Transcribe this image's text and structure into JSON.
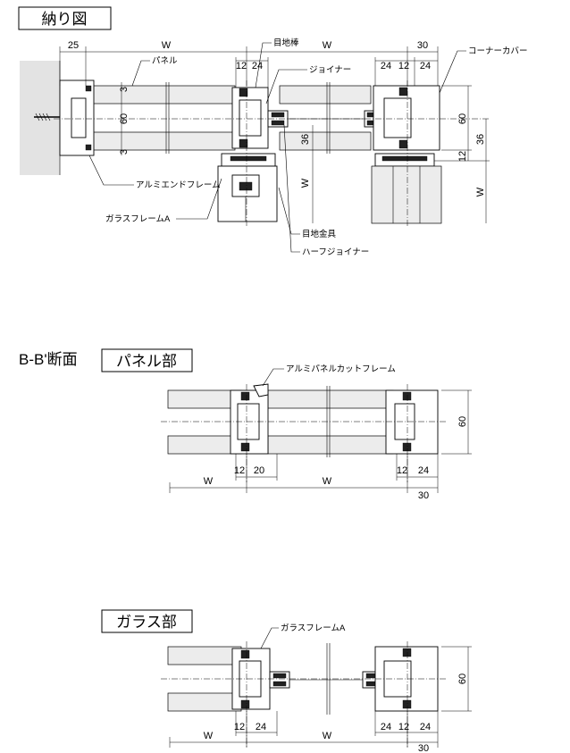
{
  "sections": {
    "top": {
      "title": "納り図"
    },
    "bb": {
      "prefix": "B-B'断面",
      "title": "パネル部"
    },
    "glass": {
      "title": "ガラス部"
    }
  },
  "labels": {
    "panel": "パネル",
    "joint_bar": "目地棒",
    "joiner": "ジョイナー",
    "corner_cover": "コーナーカバー",
    "alumi_end_frame": "アルミエンドフレーム",
    "glass_frame_a": "ガラスフレームA",
    "joint_fitting": "目地金具",
    "half_joiner": "ハーフジョイナー",
    "alumi_panel_cut_frame": "アルミパネルカットフレーム",
    "glass_frame_a_2": "ガラスフレームA"
  },
  "dims": {
    "d25": "25",
    "W": "W",
    "d30": "30",
    "d12": "12",
    "d24": "24",
    "d60": "60",
    "d36": "36",
    "d3": "3",
    "d20": "20"
  }
}
